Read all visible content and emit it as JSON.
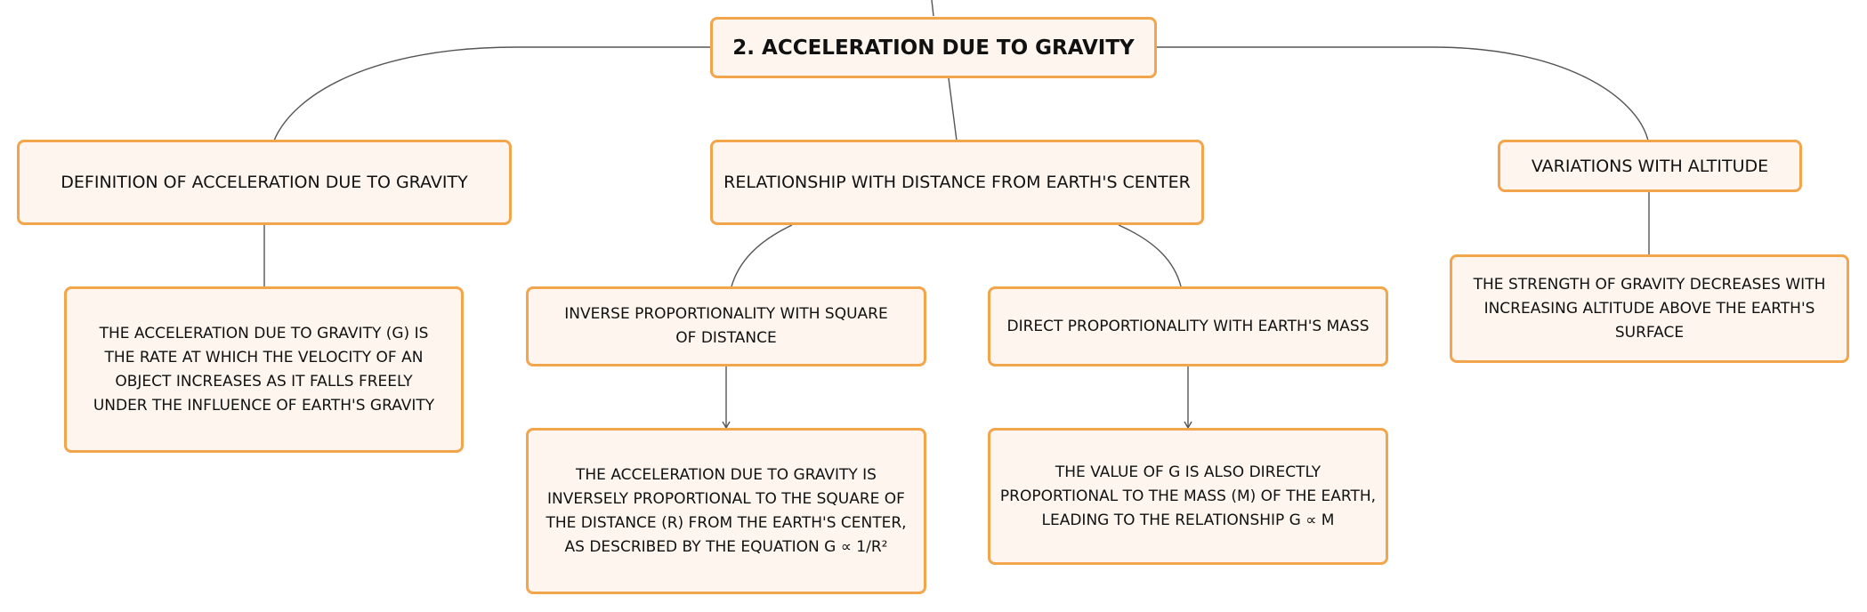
{
  "diagram": {
    "root": {
      "label": "2. ACCELERATION DUE TO GRAVITY"
    },
    "branches": [
      {
        "label": "DEFINITION OF ACCELERATION DUE TO GRAVITY",
        "detail": "THE ACCELERATION DUE TO GRAVITY (G) IS THE RATE AT WHICH THE VELOCITY OF AN OBJECT INCREASES AS IT FALLS FREELY UNDER THE INFLUENCE OF EARTH'S GRAVITY"
      },
      {
        "label": "RELATIONSHIP WITH DISTANCE FROM EARTH'S CENTER",
        "children": [
          {
            "label": "INVERSE PROPORTIONALITY WITH SQUARE OF DISTANCE",
            "detail": "THE ACCELERATION DUE TO GRAVITY IS INVERSELY PROPORTIONAL TO THE SQUARE OF THE DISTANCE (R) FROM THE EARTH'S CENTER, AS DESCRIBED BY THE EQUATION G ∝ 1/R²"
          },
          {
            "label": "DIRECT PROPORTIONALITY WITH EARTH'S MASS",
            "detail": "THE VALUE OF G IS ALSO DIRECTLY PROPORTIONAL TO THE MASS (M) OF THE EARTH, LEADING TO THE RELATIONSHIP G ∝ M"
          }
        ]
      },
      {
        "label": "VARIATIONS WITH ALTITUDE",
        "detail": "THE STRENGTH OF GRAVITY DECREASES WITH INCREASING ALTITUDE ABOVE THE EARTH'S SURFACE"
      }
    ],
    "colors": {
      "node_fill": "#fdf5ee",
      "node_border": "#f2a54a",
      "connector": "#555555",
      "text": "#111111"
    }
  }
}
